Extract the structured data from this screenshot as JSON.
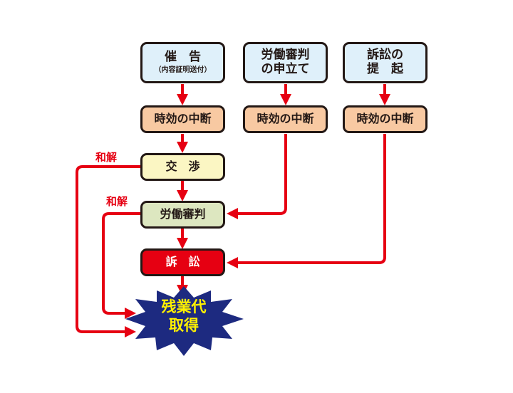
{
  "colors": {
    "arrow": "#e60012",
    "outline": "#231815",
    "start_box": "#dff0fa",
    "interrupt_box": "#f8c9a2",
    "negotiation_box": "#fbf6c3",
    "tribunal_box": "#dde7c0",
    "lawsuit_box": "#e60012",
    "goal_burst": "#1d2a80",
    "goal_text": "#fff100"
  },
  "columns": [
    {
      "start": "催　告",
      "start_sub": "（内容証明送付）",
      "interrupt": "時効の中断"
    },
    {
      "start_line1": "労働審判",
      "start_line2": "の申立て",
      "interrupt": "時効の中断"
    },
    {
      "start_line1": "訴訟の",
      "start_line2": "提　起",
      "interrupt": "時効の中断"
    }
  ],
  "flow": {
    "negotiation": "交　渉",
    "tribunal": "労働審判",
    "lawsuit": "訴　訟"
  },
  "settlement_labels": [
    "和解",
    "和解"
  ],
  "goal": {
    "line1": "残業代",
    "line2": "取得"
  }
}
